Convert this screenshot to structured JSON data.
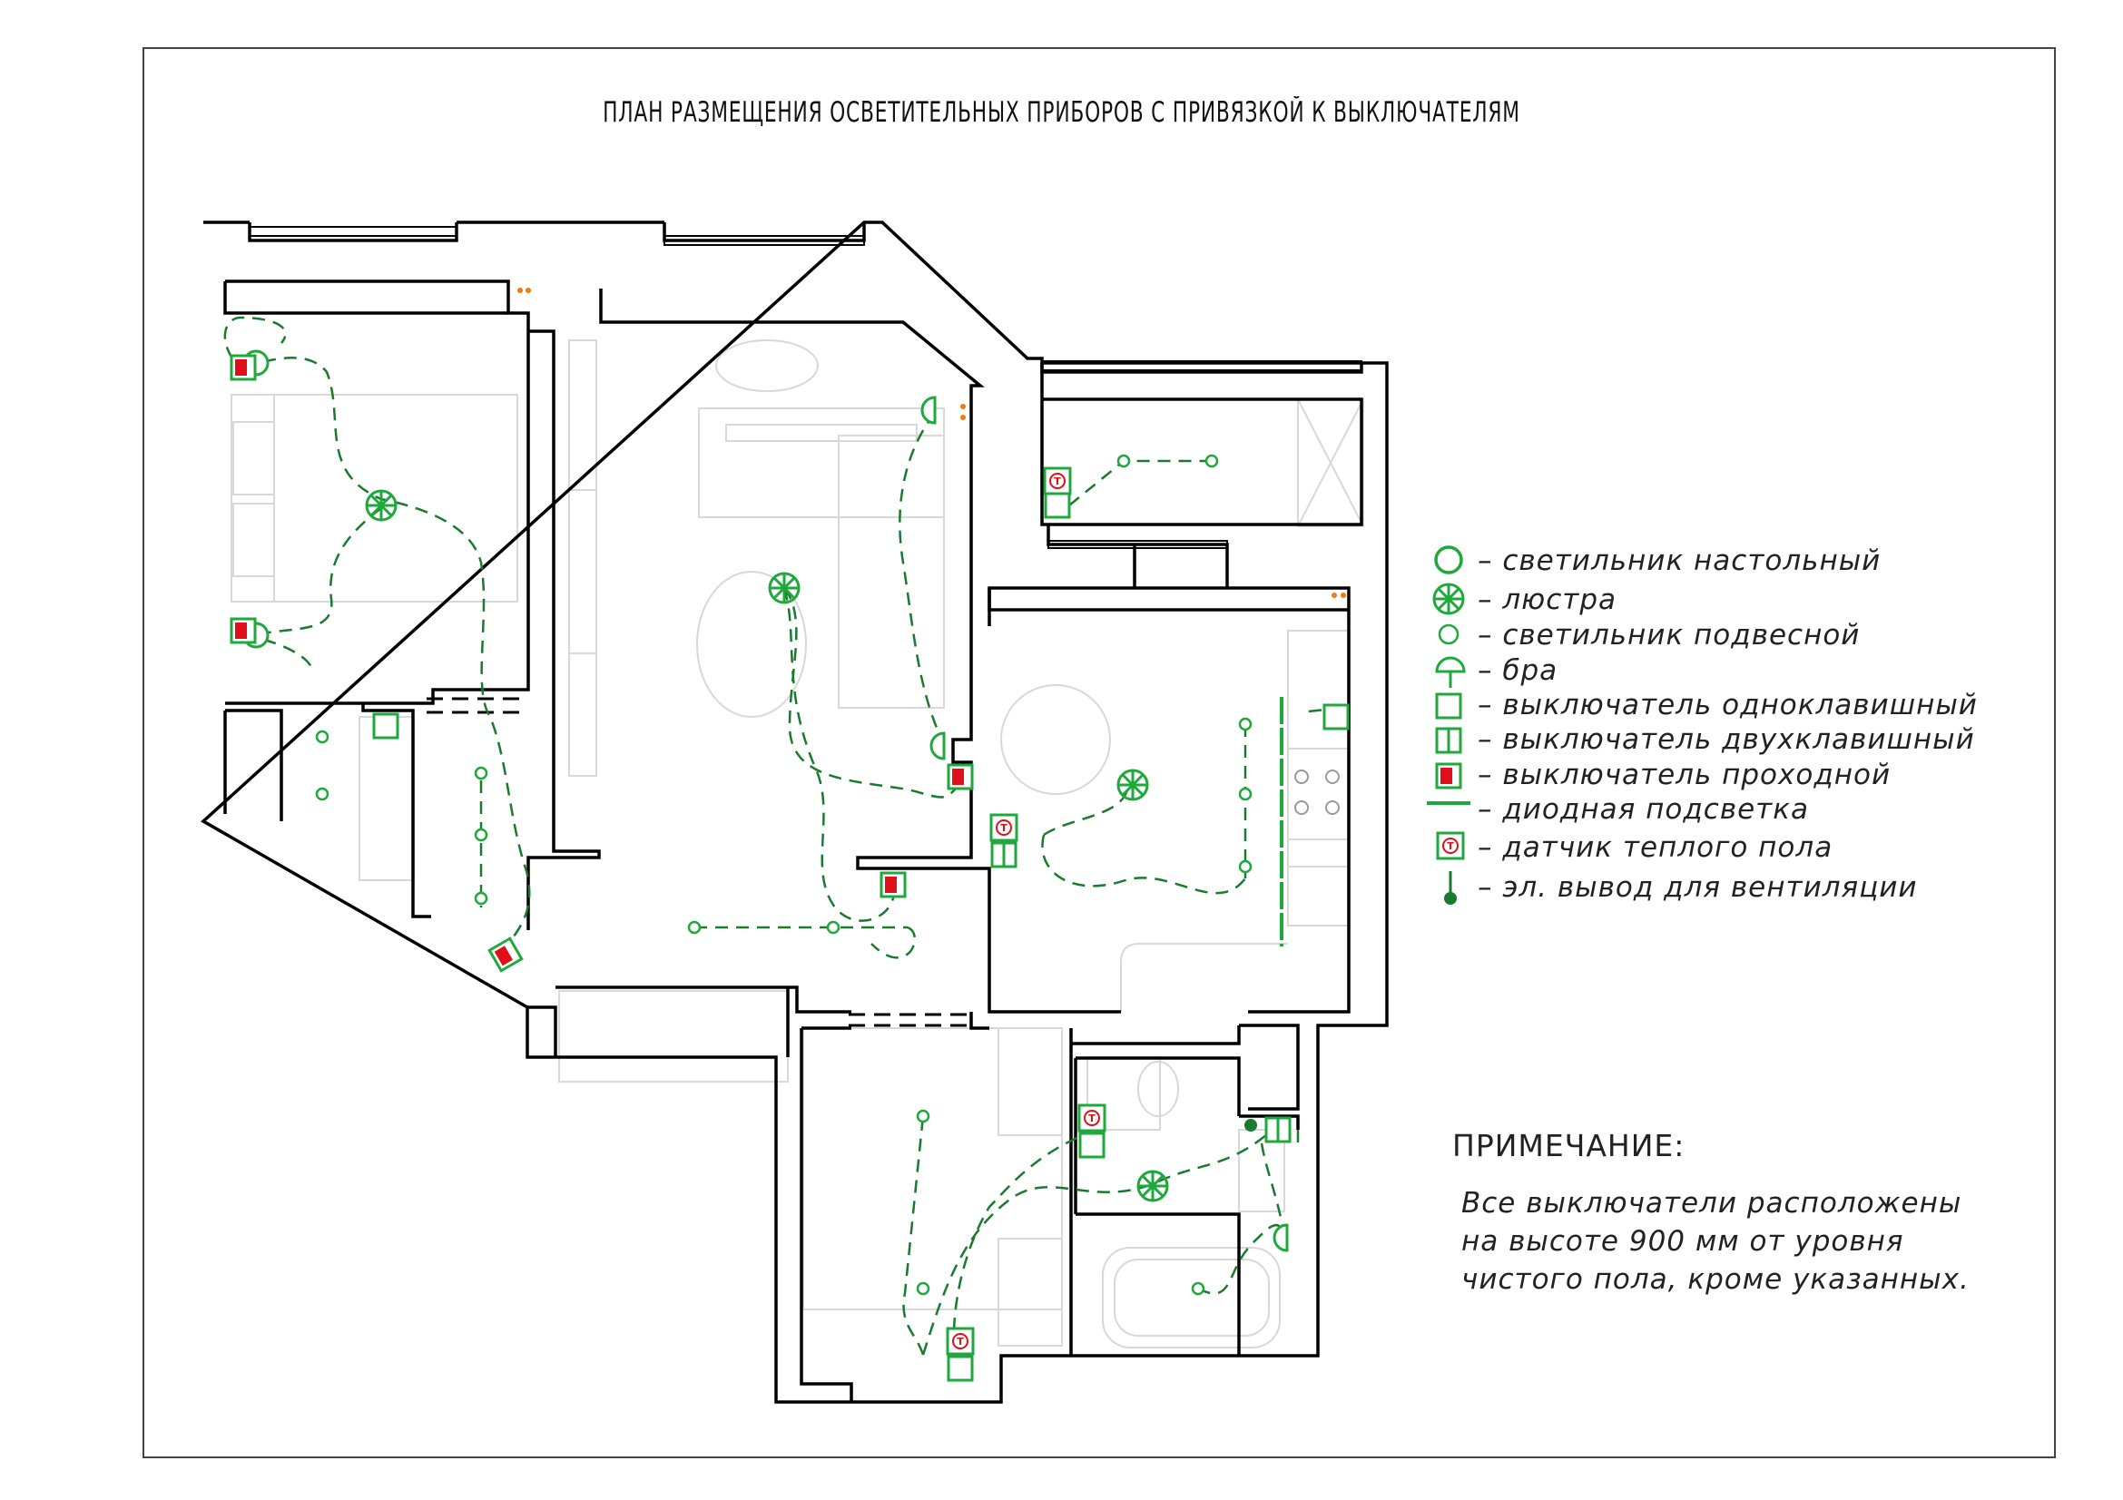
{
  "title": "ПЛАН РАЗМЕЩЕНИЯ ОСВЕТИТЕЛЬНЫХ ПРИБОРОВ С ПРИВЯЗКОЙ К ВЫКЛЮЧАТЕЛЯМ",
  "colors": {
    "wire": "#1a7a2e",
    "device": "#1fa83b",
    "walls": "#000000",
    "furniture": "#d8d8d8",
    "pass_switch": "#e0101a",
    "socket": "#f07a10"
  },
  "legend": [
    {
      "icon": "table-lamp-icon",
      "text": "– светильник настольный"
    },
    {
      "icon": "chandelier-icon",
      "text": "– люстра"
    },
    {
      "icon": "pendant-lamp-icon",
      "text": "– светильник подвесной"
    },
    {
      "icon": "sconce-icon",
      "text": "– бра"
    },
    {
      "icon": "single-switch-icon",
      "text": "– выключатель одноклавишный"
    },
    {
      "icon": "double-switch-icon",
      "text": "– выключатель двухклавишный"
    },
    {
      "icon": "pass-switch-icon",
      "text": "– выключатель проходной"
    },
    {
      "icon": "led-strip-icon",
      "text": "– диодная подсветка"
    },
    {
      "icon": "floor-sensor-icon",
      "text": "– датчик теплого пола"
    },
    {
      "icon": "vent-outlet-icon",
      "text": "– эл. вывод для вентиляции"
    }
  ],
  "sensor_letter": "Т",
  "note": {
    "title": "ПРИМЕЧАНИЕ:",
    "lines": [
      "Все выключатели расположены",
      "на высоте 900 мм от уровня",
      "чистого пола, кроме указанных."
    ]
  }
}
